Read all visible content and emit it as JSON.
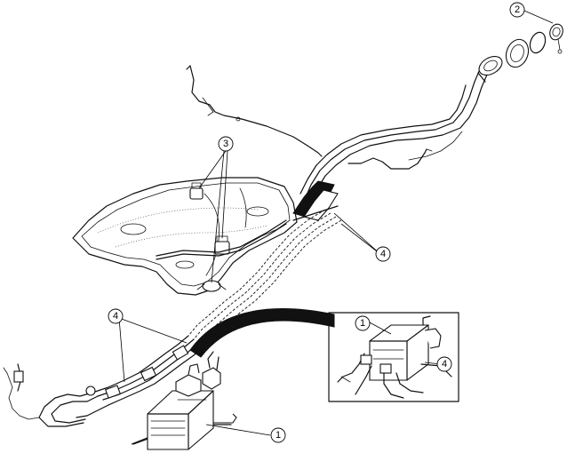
{
  "callouts": {
    "c1_main": "1",
    "c2_cap": "2",
    "c3_tank": "3",
    "c4_right": "4",
    "c4_left": "4",
    "c1_inset": "1",
    "c4_inset": "4"
  },
  "colors": {
    "line": "#111111",
    "background": "#ffffff"
  }
}
